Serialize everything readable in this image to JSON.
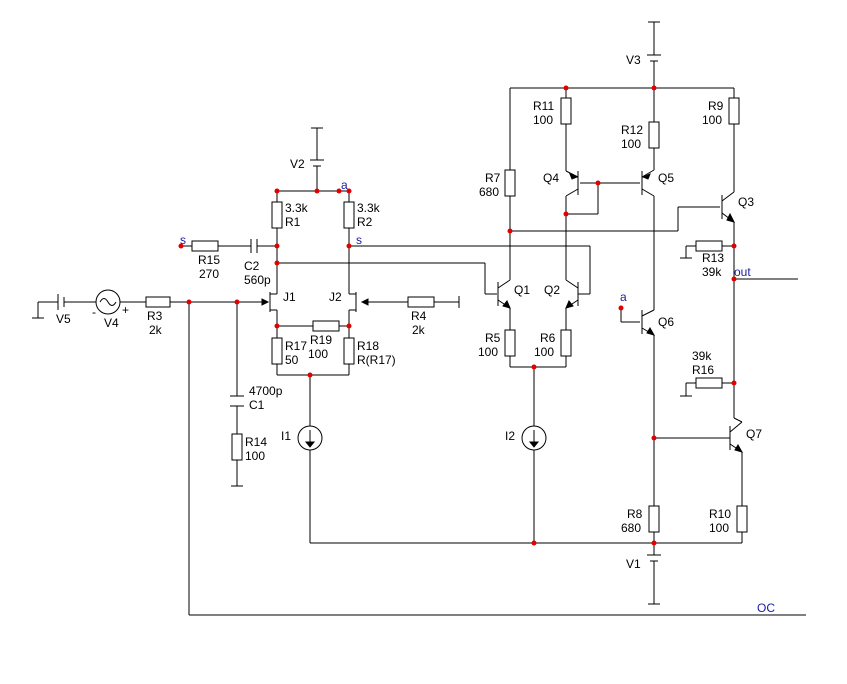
{
  "diagram": {
    "labels": {
      "V1": "V1",
      "V2": "V2",
      "V3": "V3",
      "V4": "V4",
      "V5": "V5",
      "R1": "R1",
      "R1_val": "3.3k",
      "R2": "R2",
      "R2_val": "3.3k",
      "R3": "R3",
      "R3_val": "2k",
      "R4": "R4",
      "R4_val": "2k",
      "R5": "R5",
      "R5_val": "100",
      "R6": "R6",
      "R6_val": "100",
      "R7": "R7",
      "R7_val": "680",
      "R8": "R8",
      "R8_val": "680",
      "R9": "R9",
      "R9_val": "100",
      "R10": "R10",
      "R10_val": "100",
      "R11": "R11",
      "R11_val": "100",
      "R12": "R12",
      "R12_val": "100",
      "R13": "R13",
      "R13_val": "39k",
      "R14": "R14",
      "R14_val": "100",
      "R15": "R15",
      "R15_val": "270",
      "R16": "R16",
      "R16_val": "39k",
      "R17": "R17",
      "R17_val": "50",
      "R18": "R18",
      "R18_val": "R(R17)",
      "R19": "R19",
      "R19_val": "100",
      "C1": "C1",
      "C1_val": "4700p",
      "C2": "C2",
      "C2_val": "560p",
      "J1": "J1",
      "J2": "J2",
      "Q1": "Q1",
      "Q2": "Q2",
      "Q3": "Q3",
      "Q4": "Q4",
      "Q5": "Q5",
      "Q6": "Q6",
      "Q7": "Q7",
      "I1": "I1",
      "I2": "I2",
      "net_a1": "a",
      "net_a2": "a",
      "net_s1": "s",
      "net_s2": "s",
      "net_out": "out",
      "net_oc": "OC",
      "plus": "+",
      "minus": "-"
    },
    "colors": {
      "wire": "#000000",
      "node": "#e00000",
      "net_label": "#1a1aa6"
    }
  }
}
